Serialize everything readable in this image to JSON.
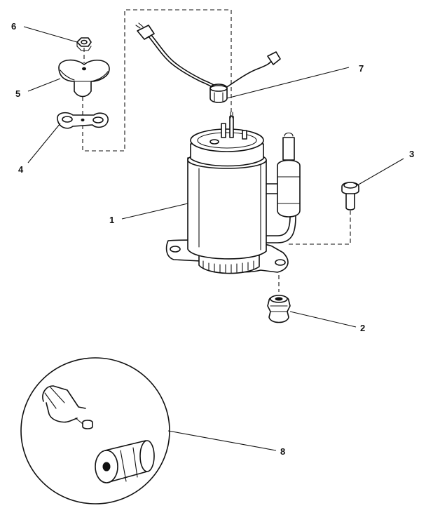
{
  "callouts": [
    {
      "id": "1",
      "label": "1",
      "part": "compressor"
    },
    {
      "id": "2",
      "label": "2",
      "part": "grommet"
    },
    {
      "id": "3",
      "label": "3",
      "part": "bolt"
    },
    {
      "id": "4",
      "label": "4",
      "part": "gasket"
    },
    {
      "id": "5",
      "label": "5",
      "part": "terminal-cover"
    },
    {
      "id": "6",
      "label": "6",
      "part": "nut"
    },
    {
      "id": "7",
      "label": "7",
      "part": "overload-wire-harness"
    },
    {
      "id": "8",
      "label": "8",
      "part": "strainer-and-clip"
    }
  ],
  "colors": {
    "ink": "#111111",
    "paper": "#ffffff"
  }
}
